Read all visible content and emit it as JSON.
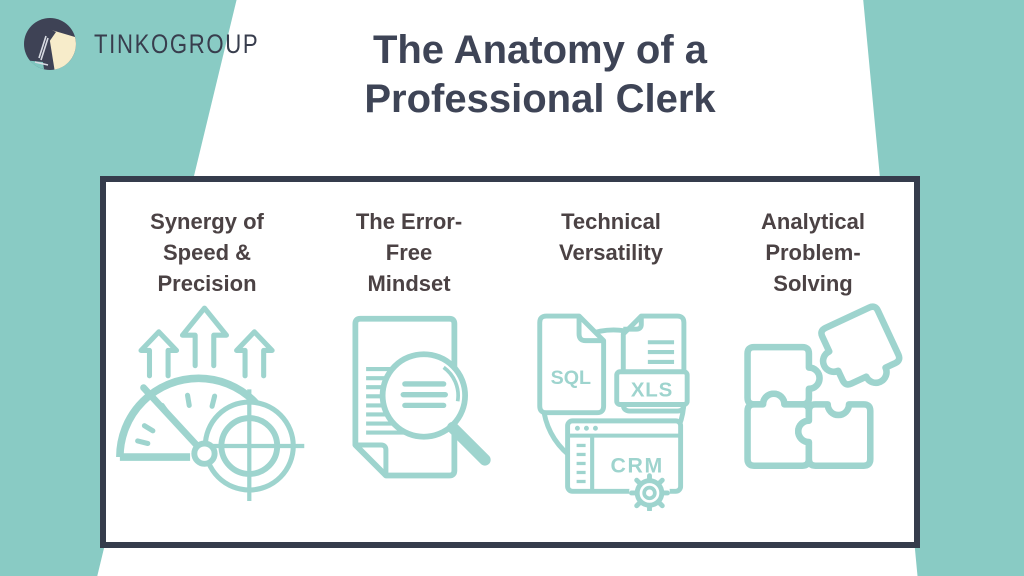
{
  "brand": {
    "name": "TINKOGROUP"
  },
  "title": {
    "line1": "The Anatomy of a",
    "line2": "Professional Clerk"
  },
  "columns": [
    {
      "heading": "Synergy of\nSpeed &\nPrecision",
      "icon": "speedometer-target-icon"
    },
    {
      "heading": "The Error-\nFree\nMindset",
      "icon": "document-magnifier-icon"
    },
    {
      "heading": "Technical\nVersatility",
      "icon": "software-files-icon",
      "badges": [
        "SQL",
        "XLS",
        "CRM"
      ]
    },
    {
      "heading": "Analytical\nProblem-\nSolving",
      "icon": "puzzle-pieces-icon"
    }
  ],
  "colors": {
    "background_teal": "#89cbc4",
    "icon_teal": "#9ed4ce",
    "title_slate": "#3e4456",
    "heading_gray": "#4b4244",
    "card_border": "#353c4c",
    "logo_navy": "#3e4255",
    "logo_beam_cream": "#f7ecca"
  }
}
